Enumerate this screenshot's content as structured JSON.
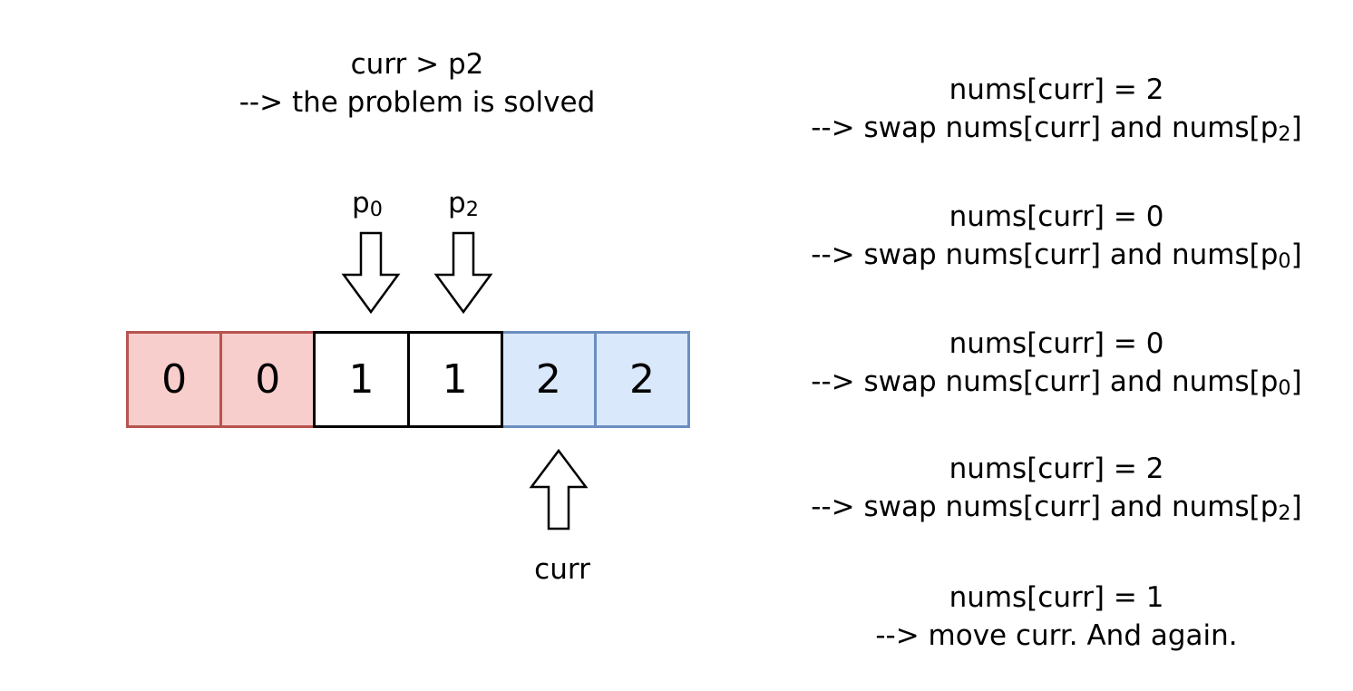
{
  "status": {
    "line1": "curr > p2",
    "line2": "--> the problem is solved"
  },
  "pointers": {
    "p0": {
      "base": "p",
      "sub": "0"
    },
    "p2": {
      "base": "p",
      "sub": "2"
    },
    "curr": "curr"
  },
  "array": [
    {
      "value": "0",
      "group": "red"
    },
    {
      "value": "0",
      "group": "red"
    },
    {
      "value": "1",
      "group": "black"
    },
    {
      "value": "1",
      "group": "black"
    },
    {
      "value": "2",
      "group": "blue"
    },
    {
      "value": "2",
      "group": "blue"
    }
  ],
  "steps": [
    {
      "condition": "nums[curr] = 2",
      "action": "--> swap nums[curr] and nums[p",
      "sub": "2",
      "suffix": "]"
    },
    {
      "condition": "nums[curr] = 0",
      "action": "--> swap nums[curr] and nums[p",
      "sub": "0",
      "suffix": "]"
    },
    {
      "condition": "nums[curr] = 0",
      "action": "--> swap nums[curr] and nums[p",
      "sub": "0",
      "suffix": "]"
    },
    {
      "condition": "nums[curr] = 2",
      "action": "--> swap nums[curr] and nums[p",
      "sub": "2",
      "suffix": "]"
    },
    {
      "condition": "nums[curr] = 1",
      "action": "--> move curr. And again.",
      "sub": "",
      "suffix": ""
    }
  ],
  "colors": {
    "red_fill": "#f8cecc",
    "red_stroke": "#b85450",
    "blue_fill": "#dae8fc",
    "blue_stroke": "#6c8ebf",
    "black_stroke": "#000000"
  }
}
